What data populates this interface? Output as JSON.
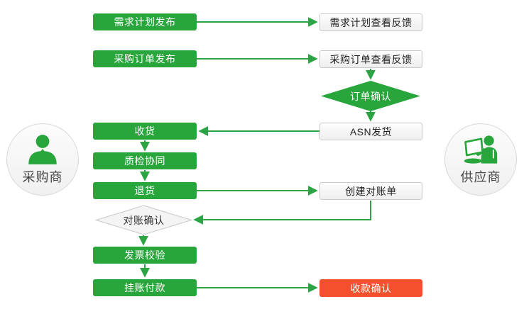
{
  "diagram": {
    "actors": {
      "buyer": {
        "label": "采购商",
        "icon": "person-icon"
      },
      "supplier": {
        "label": "供应商",
        "icon": "person-laptop-icon"
      }
    },
    "nodes": {
      "demand_plan_publish": {
        "label": "需求计划发布",
        "type": "process"
      },
      "demand_plan_feedback": {
        "label": "需求计划查看反馈",
        "type": "document"
      },
      "po_publish": {
        "label": "采购订单发布",
        "type": "process"
      },
      "po_feedback": {
        "label": "采购订单查看反馈",
        "type": "document"
      },
      "order_confirm": {
        "label": "订单确认",
        "type": "decision"
      },
      "receiving": {
        "label": "收货",
        "type": "process"
      },
      "asn_shipping": {
        "label": "ASN发货",
        "type": "document"
      },
      "quality_collaboration": {
        "label": "质检协同",
        "type": "process"
      },
      "returns": {
        "label": "退货",
        "type": "process"
      },
      "create_statement": {
        "label": "创建对账单",
        "type": "document"
      },
      "reconciliation_confirm": {
        "label": "对账确认",
        "type": "decision"
      },
      "invoice_verification": {
        "label": "发票校验",
        "type": "process"
      },
      "pending_payment": {
        "label": "挂账付款",
        "type": "process"
      },
      "payment_receipt_confirm": {
        "label": "收款确认",
        "type": "terminal"
      }
    },
    "edges": [
      {
        "from": "demand_plan_publish",
        "to": "demand_plan_feedback"
      },
      {
        "from": "po_publish",
        "to": "po_feedback"
      },
      {
        "from": "po_feedback",
        "to": "order_confirm"
      },
      {
        "from": "order_confirm",
        "to": "asn_shipping"
      },
      {
        "from": "asn_shipping",
        "to": "receiving"
      },
      {
        "from": "receiving",
        "to": "quality_collaboration"
      },
      {
        "from": "quality_collaboration",
        "to": "returns"
      },
      {
        "from": "returns",
        "to": "create_statement"
      },
      {
        "from": "create_statement",
        "to": "reconciliation_confirm"
      },
      {
        "from": "reconciliation_confirm",
        "to": "invoice_verification"
      },
      {
        "from": "invoice_verification",
        "to": "pending_payment"
      },
      {
        "from": "pending_payment",
        "to": "payment_receipt_confirm"
      }
    ],
    "colors": {
      "process_green": "#28a63c",
      "line_green": "#2ca444",
      "terminal_red": "#f4502e",
      "document_bg": "#f5f5f5",
      "document_border": "#c9c9c9",
      "text_dark": "#333333",
      "text_light": "#ffffff"
    }
  }
}
